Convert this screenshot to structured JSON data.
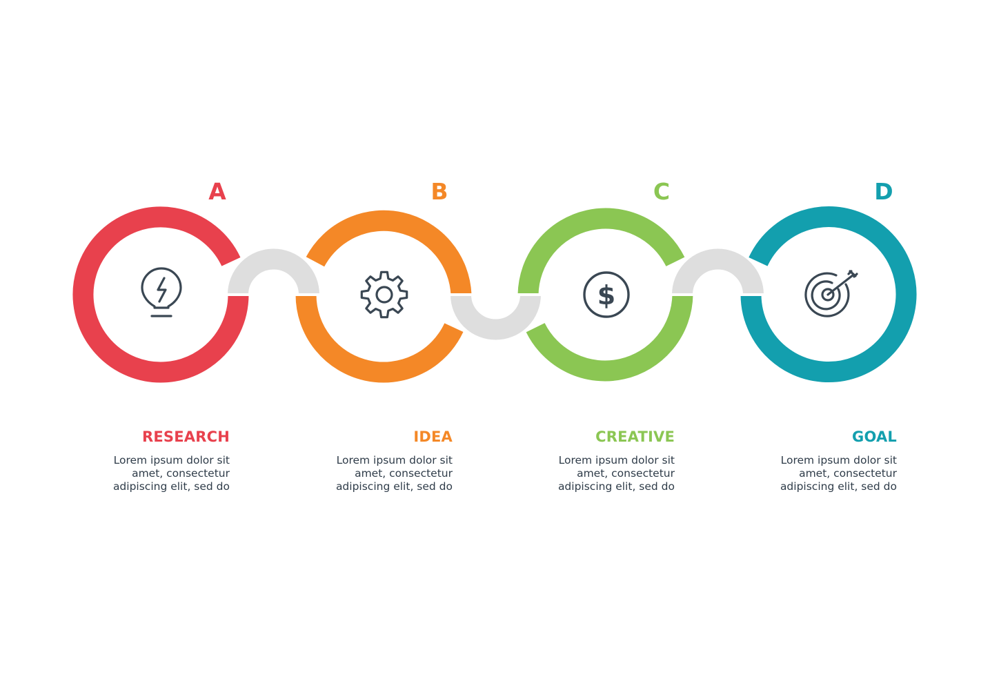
{
  "colors": {
    "connector": "#dedede",
    "icon": "#3a4753",
    "text": "#2f3c49"
  },
  "steps": [
    {
      "letter": "A",
      "title": "RESEARCH",
      "desc": [
        "Lorem ipsum dolor sit",
        "amet, consectetur",
        "adipiscing elit, sed do"
      ],
      "color": "#e8414d",
      "icon": "lightbulb-icon"
    },
    {
      "letter": "B",
      "title": "IDEA",
      "desc": [
        "Lorem ipsum dolor sit",
        "amet, consectetur",
        "adipiscing elit, sed do"
      ],
      "color": "#f48827",
      "icon": "gear-icon"
    },
    {
      "letter": "C",
      "title": "CREATIVE",
      "desc": [
        "Lorem ipsum dolor sit",
        "amet, consectetur",
        "adipiscing elit, sed do"
      ],
      "color": "#8bc653",
      "icon": "dollar-coin-icon"
    },
    {
      "letter": "D",
      "title": "GOAL",
      "desc": [
        "Lorem ipsum dolor sit",
        "amet, consectetur",
        "adipiscing elit, sed do"
      ],
      "color": "#139fae",
      "icon": "target-icon"
    }
  ]
}
